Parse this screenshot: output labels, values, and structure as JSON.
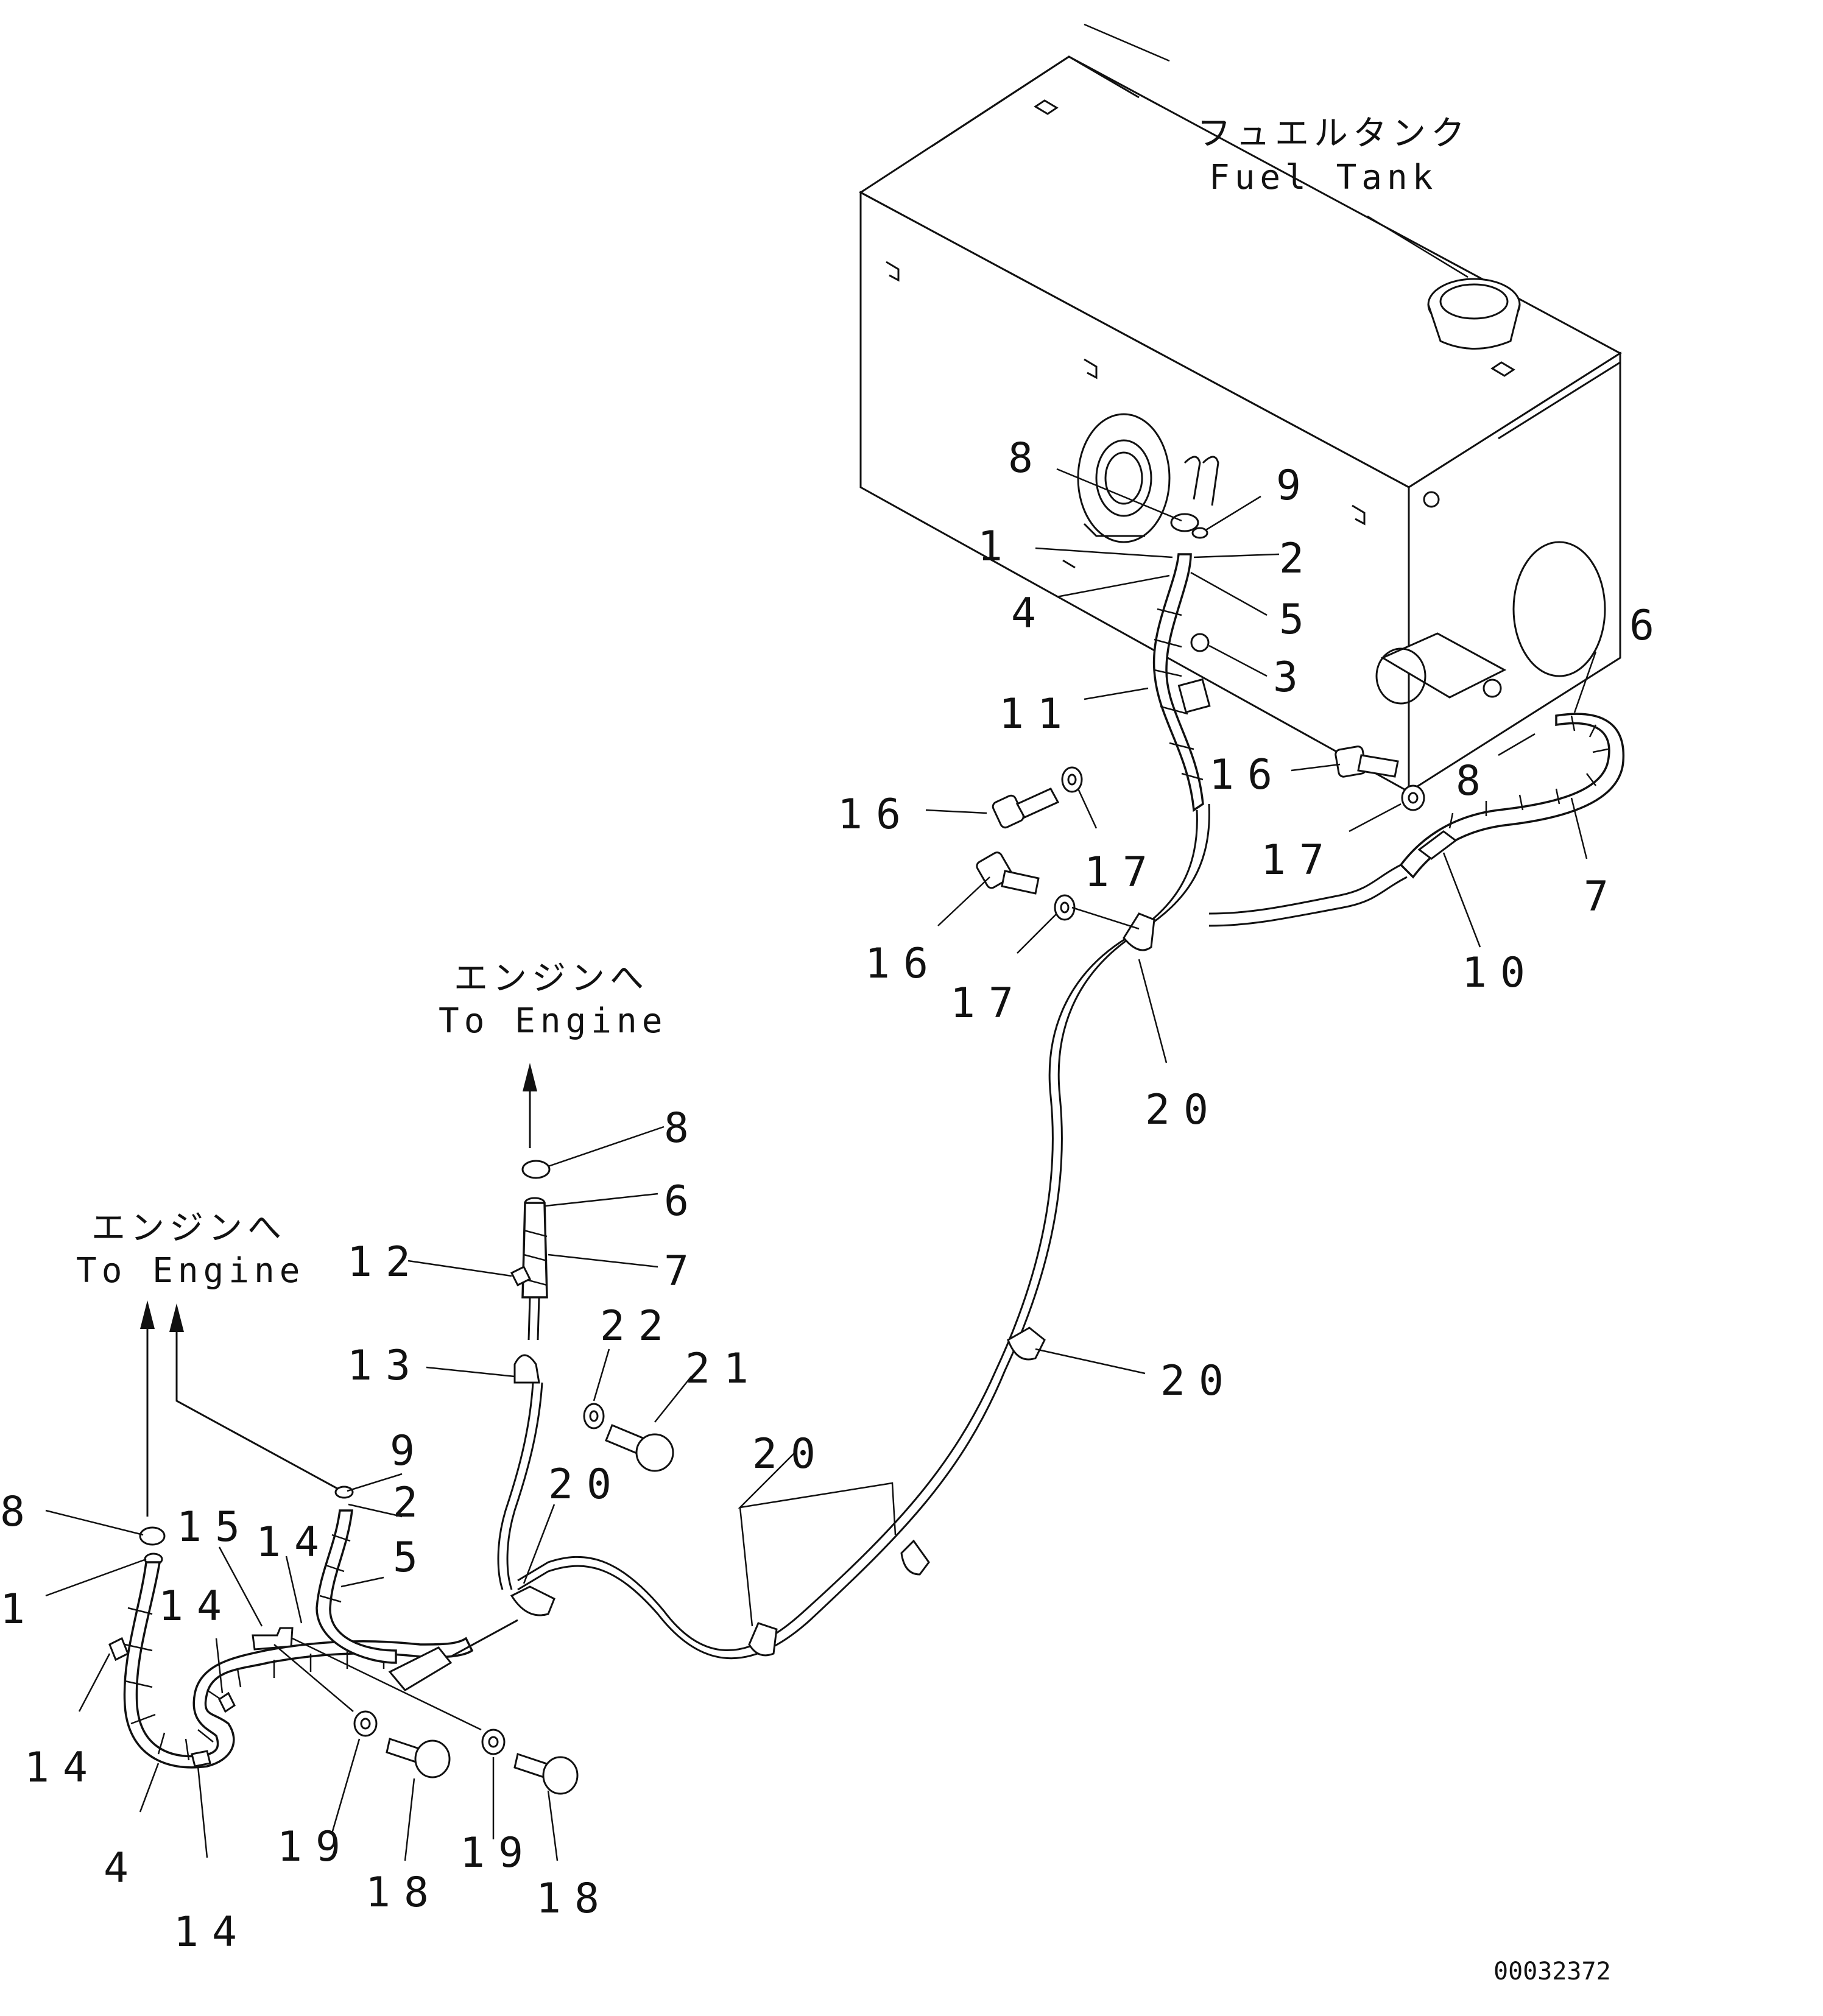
{
  "colors": {
    "ink": "#111111",
    "paper": "#ffffff"
  },
  "titles": {
    "fuel_tank_ja": "フュエルタンク",
    "fuel_tank_en": "Fuel Tank",
    "to_engine_ja": "エンジンへ",
    "to_engine_en": "To Engine"
  },
  "reference_number": "00032372",
  "callouts": [
    "8",
    "9",
    "1",
    "2",
    "4",
    "5",
    "3",
    "11",
    "6",
    "16",
    "17",
    "16",
    "17",
    "8",
    "16",
    "17",
    "7",
    "10",
    "20",
    "8",
    "6",
    "7",
    "12",
    "13",
    "22",
    "21",
    "20",
    "20",
    "20",
    "8",
    "1",
    "9",
    "2",
    "5",
    "15",
    "14",
    "14",
    "14",
    "4",
    "14",
    "19",
    "18",
    "19",
    "18"
  ]
}
